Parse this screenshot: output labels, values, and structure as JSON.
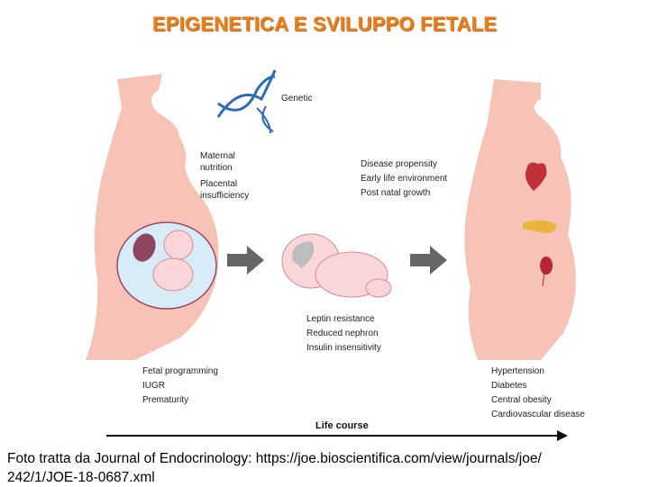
{
  "title": "EPIGENETICA E SVILUPPO FETALE",
  "labels": {
    "genetic": "Genetic",
    "maternal": [
      "Maternal",
      "nutrition"
    ],
    "placental": [
      "Placental",
      "insufficiency"
    ],
    "postnatal": [
      "Disease propensity",
      "Early life environment",
      "Post natal growth"
    ],
    "infant": [
      "Leptin resistance",
      "Reduced nephron",
      "Insulin insensitivity"
    ],
    "fetal": [
      "Fetal programming",
      "IUGR",
      "Prematurity"
    ],
    "adult": [
      "Hypertension",
      "Diabetes",
      "Central obesity",
      "Cardiovascular disease"
    ],
    "life_course": "Life course"
  },
  "caption": [
    "Foto tratta da Journal of Endocrinology: https://joe.bioscientifica.com/view/journals/joe/",
    "242/1/JOE-18-0687.xml"
  ],
  "colors": {
    "title": "#E9801E",
    "skin": "#F6C3B6",
    "womb": "#D8ECF7",
    "dna": "#2E6DB5",
    "arrow": "#666666"
  }
}
